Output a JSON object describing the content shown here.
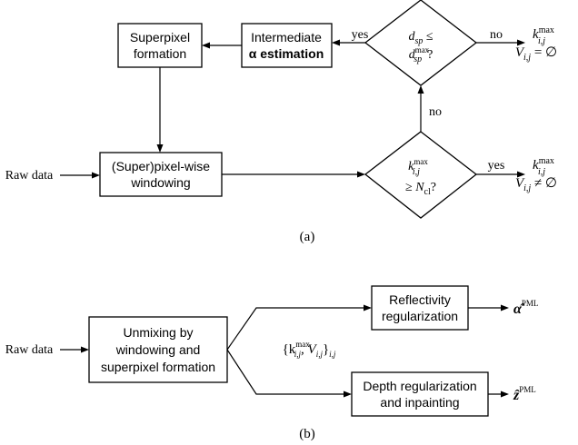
{
  "panel_a": {
    "caption": "(a)",
    "raw_data": "Raw data",
    "superpixel_formation": [
      "Superpixel",
      "formation"
    ],
    "intermediate_alpha": [
      "Intermediate",
      "α estimation"
    ],
    "pixelwise_windowing": [
      "(Super)pixel-wise",
      "windowing"
    ],
    "decision_top": {
      "line1": "d",
      "line1_sub": "sp",
      "line1_rel": " ≤",
      "line2": "d",
      "line2_sub": "sp",
      "line2_sup": "max",
      "line2_q": "?"
    },
    "decision_bottom": {
      "line1": "k",
      "line1_sup": "max",
      "line1_sub": "i,j",
      "line2_rel": "≥ N",
      "line2_sub": "cl",
      "line2_q": "?"
    },
    "labels": {
      "yes_top": "yes",
      "no_top": "no",
      "no_vertical": "no",
      "yes_bottom": "yes"
    },
    "outcome_top": {
      "k": "k",
      "k_sup": "max",
      "k_sub": "i,j",
      "v": "V",
      "v_sub": "i,j",
      "v_rel": " = ∅"
    },
    "outcome_bottom": {
      "k": "k",
      "k_sup": "max",
      "k_sub": "i,j",
      "v": "V",
      "v_sub": "i,j",
      "v_rel": " ≠ ∅"
    }
  },
  "panel_b": {
    "caption": "(b)",
    "raw_data": "Raw data",
    "unmixing": [
      "Unmixing by",
      "windowing and",
      "superpixel formation"
    ],
    "set_label": {
      "open": "{k",
      "sup": "max",
      "sub": "i,j",
      "mid": ", V",
      "sub2": "i,j",
      "close": "}",
      "sub3": "i,j"
    },
    "reflectivity": [
      "Reflectivity",
      "regularization"
    ],
    "depth": [
      "Depth regularization",
      "and inpainting"
    ],
    "alpha_out": {
      "base": "α̂",
      "sup": "PML"
    },
    "z_out": {
      "base": "ẑ",
      "sup": "PML"
    }
  }
}
